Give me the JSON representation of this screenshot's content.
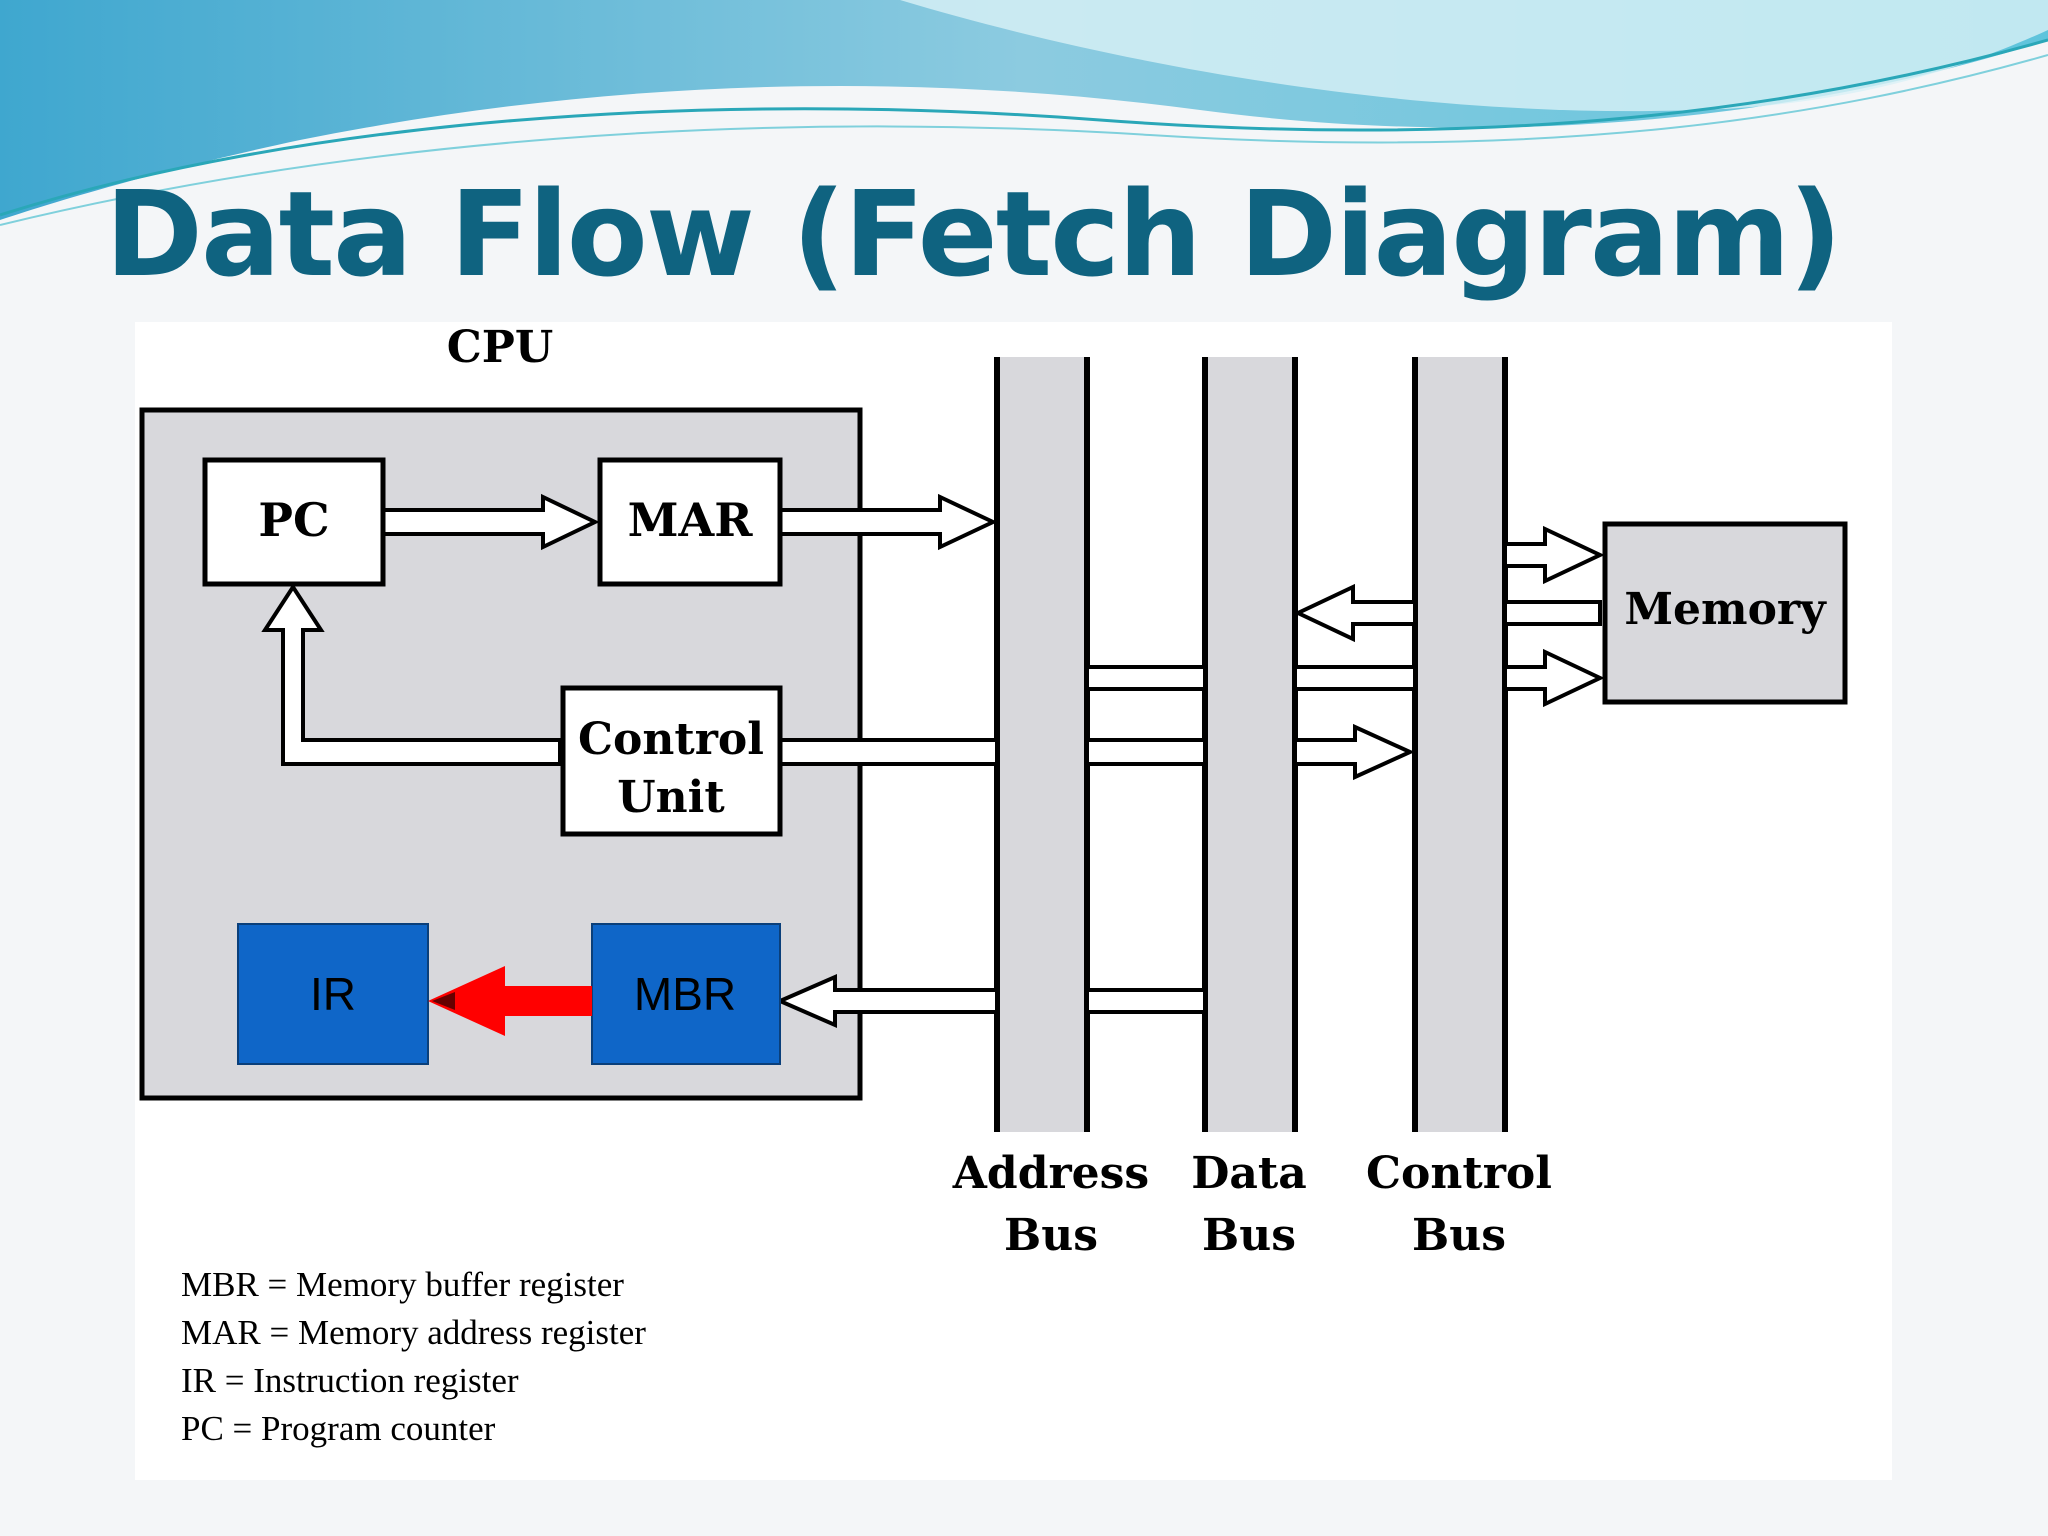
{
  "slide": {
    "title": "Data Flow (Fetch Diagram)"
  },
  "diagram": {
    "cpu_label": "CPU",
    "blocks": {
      "pc": "PC",
      "mar": "MAR",
      "control_unit": [
        "Control",
        "Unit"
      ],
      "ir": "IR",
      "mbr": "MBR",
      "memory": "Memory"
    },
    "buses": [
      [
        "Address",
        "Bus"
      ],
      [
        "Data",
        "Bus"
      ],
      [
        "Control",
        "Bus"
      ]
    ],
    "legend": [
      "MBR = Memory buffer register",
      "MAR = Memory address register",
      "IR = Instruction register",
      "PC = Program counter"
    ],
    "colors": {
      "title": "#0f6380",
      "register_blue": "#0f66c8",
      "transfer_arrow": "#ff0000",
      "block_gray": "#d8d8dc"
    }
  }
}
